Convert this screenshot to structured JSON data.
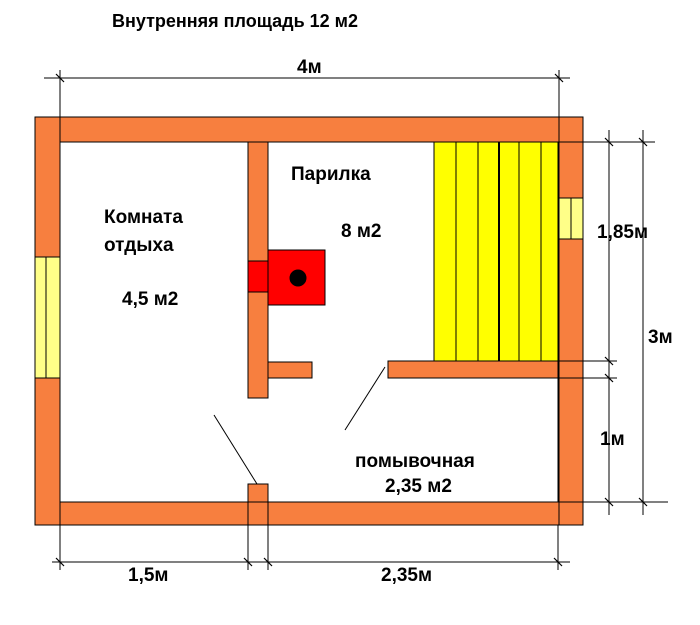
{
  "title": "Внутренняя  площадь  12 м2",
  "rooms": {
    "rest": {
      "name_line1": "Комната",
      "name_line2": "отдыха",
      "area": "4,5  м2"
    },
    "steam": {
      "name": "Парилка",
      "area": "8 м2"
    },
    "wash": {
      "name": "помывочная",
      "area": "2,35 м2"
    }
  },
  "dimensions": {
    "top_width": "4м",
    "right_upper": "1,85м",
    "right_total": "3м",
    "right_lower": "1м",
    "bottom_left": "1,5м",
    "bottom_right": "2,35м"
  },
  "colors": {
    "wall": "#F77F3F",
    "window": "#FFFF88",
    "bench": "#FFFF00",
    "stove": "#FF0000"
  }
}
